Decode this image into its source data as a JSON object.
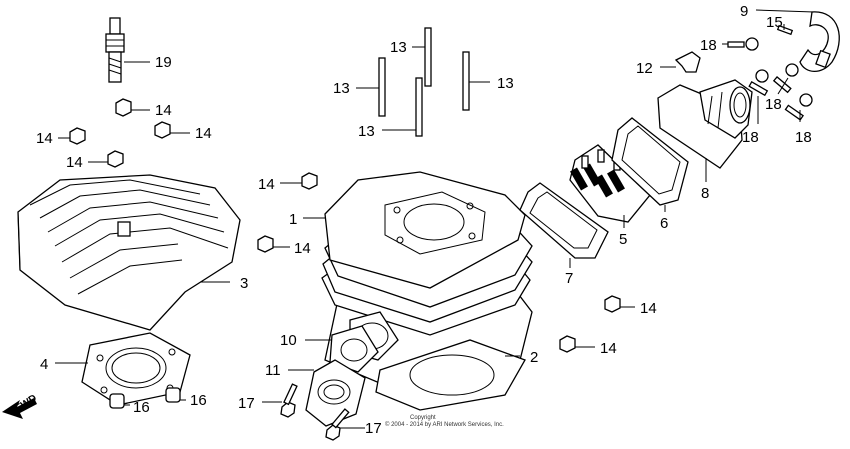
{
  "callouts": {
    "c1": "1",
    "c2": "2",
    "c3": "3",
    "c4": "4",
    "c5": "5",
    "c6": "6",
    "c7": "7",
    "c8": "8",
    "c9": "9",
    "c10": "10",
    "c11": "11",
    "c12": "12",
    "c13": "13",
    "c14": "14",
    "c15": "15",
    "c16": "16",
    "c17": "17",
    "c18": "18",
    "c19": "19"
  },
  "direction_label": "FWD",
  "copyright": {
    "line1": "Copyright",
    "line2": "© 2004 - 2014 by ARI Network Services, Inc."
  }
}
